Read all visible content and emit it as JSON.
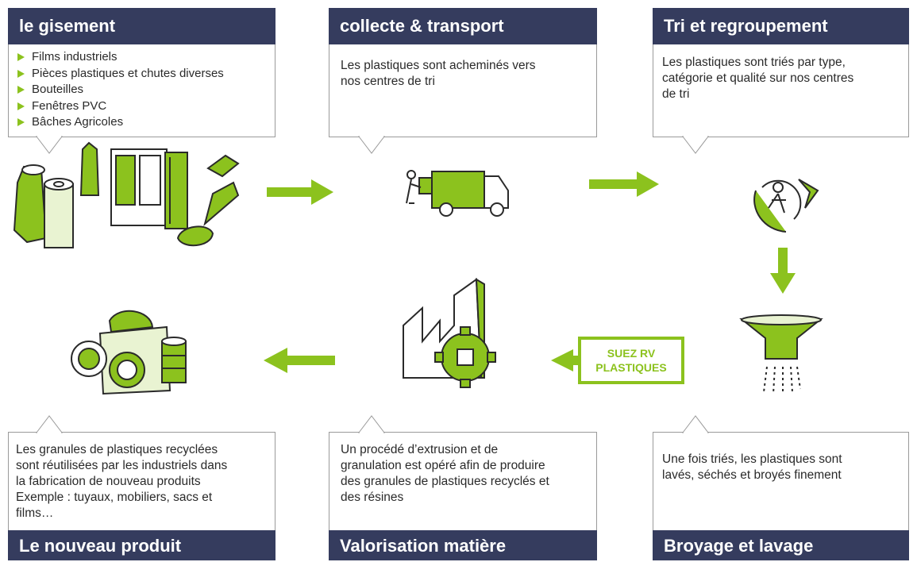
{
  "stages": {
    "gisement": {
      "title": "le gisement",
      "items": [
        "Films industriels",
        "Pièces plastiques et chutes diverses",
        "Bouteilles",
        "Fenêtres PVC",
        "Bâches Agricoles"
      ]
    },
    "collecte": {
      "title": "collecte & transport",
      "text_lines": [
        "Les plastiques sont acheminés vers",
        "nos centres de tri"
      ]
    },
    "tri": {
      "title": "Tri et regroupement",
      "text_lines": [
        "Les plastiques sont triés par type,",
        "catégorie et qualité sur nos centres",
        "de tri"
      ]
    },
    "broyage": {
      "title": "Broyage et lavage",
      "text_lines": [
        "Une fois triés, les plastiques sont",
        "lavés, séchés et broyés finement"
      ]
    },
    "valorisation": {
      "title": "Valorisation matière",
      "text_lines": [
        "Un procédé d’extrusion et de",
        "granulation est opéré afin de produire",
        "des granules de plastiques recyclés et",
        "des résines"
      ]
    },
    "produit": {
      "title": "Le nouveau produit",
      "text_lines": [
        "Les granules de plastiques recyclées",
        "sont réutilisées par les industriels dans",
        "la fabrication de nouveau produits",
        "Exemple : tuyaux, mobiliers, sacs et",
        "films…"
      ]
    }
  },
  "badge": {
    "line1": "SUEZ RV",
    "line2": "PLASTIQUES"
  },
  "colors": {
    "header": "#353c5e",
    "accent": "#8cc21e",
    "line": "#2a2a2a"
  }
}
